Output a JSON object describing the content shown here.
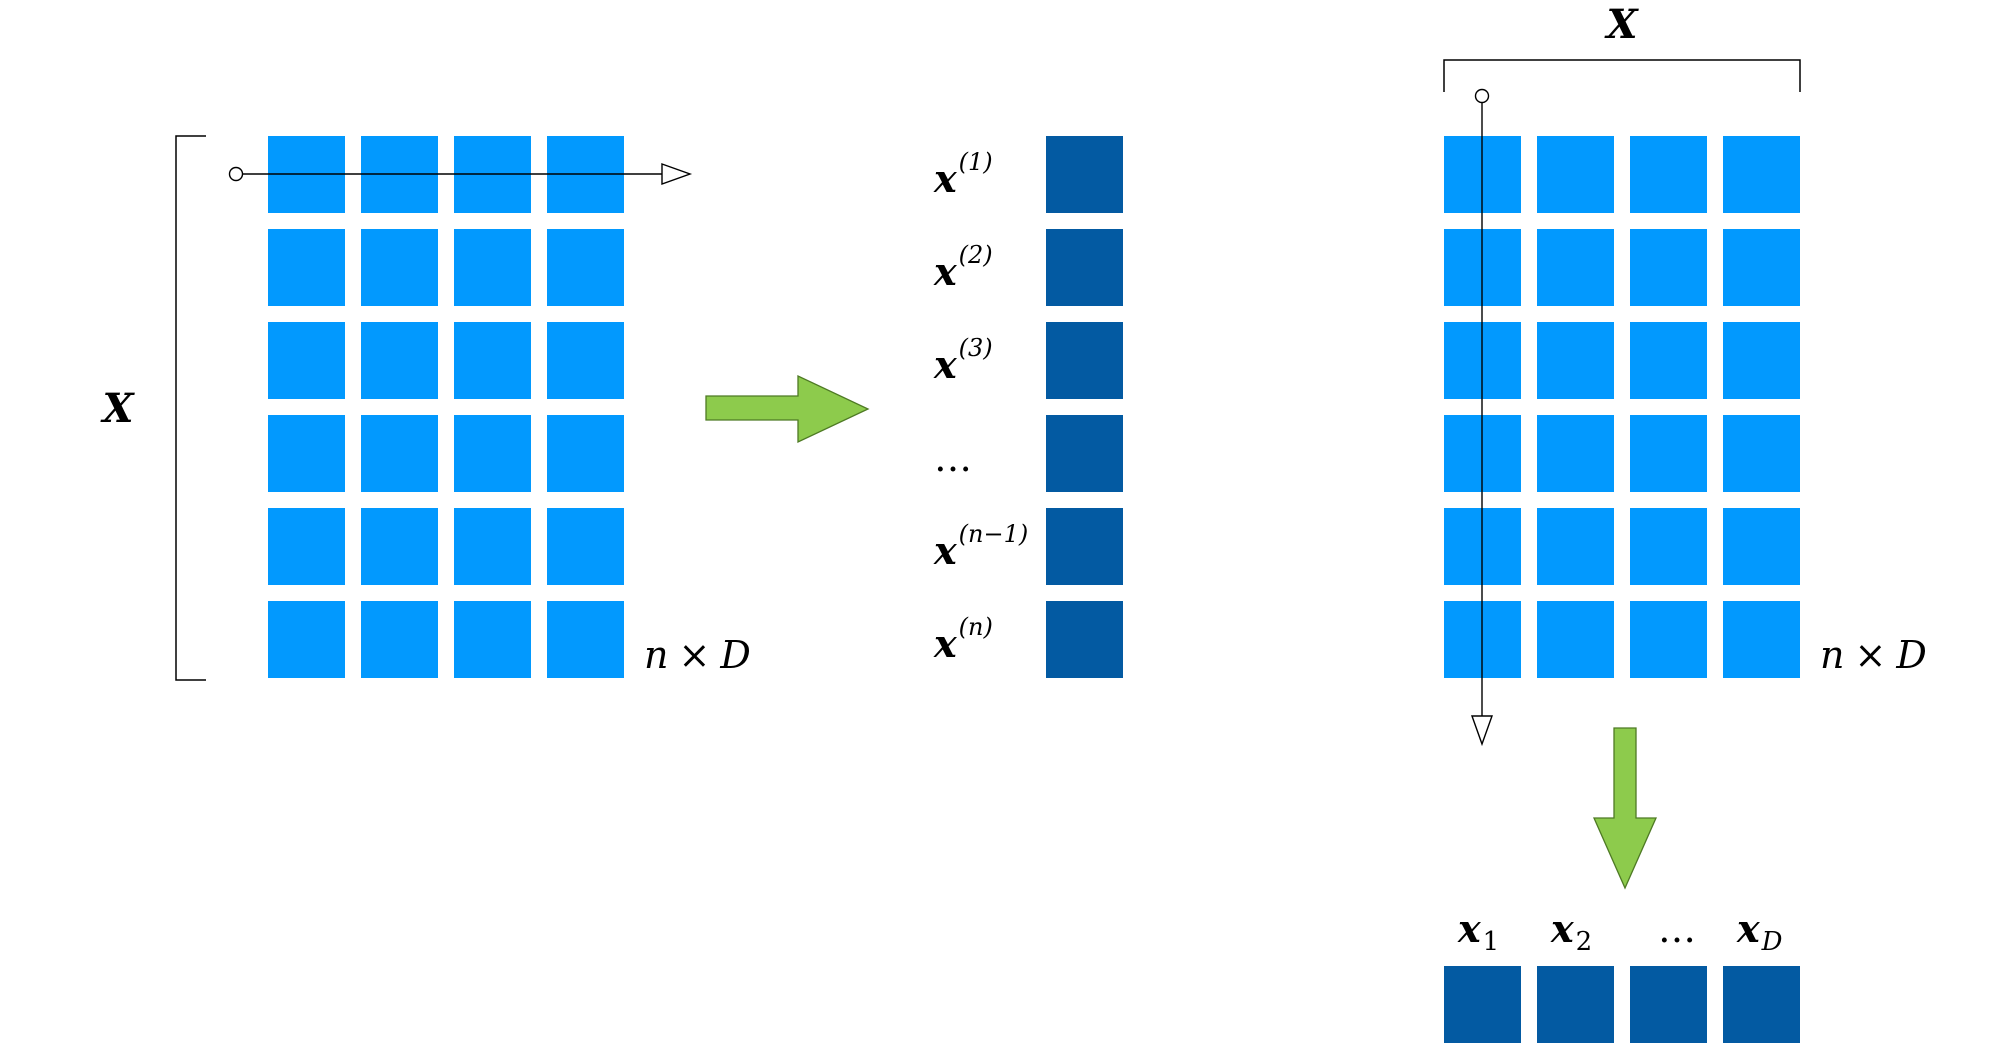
{
  "colors": {
    "cell": "#0299FE",
    "cell_dark": "#035AA2",
    "arrow_fill": "#8DCB4C",
    "arrow_stroke": "#4E7A24"
  },
  "left_panel": {
    "matrix_label": "X",
    "rows": 6,
    "cols": 4,
    "dims": {
      "n": "n",
      "times": "×",
      "D": "D"
    }
  },
  "middle_panel": {
    "rows": [
      {
        "base": "x",
        "sup": "(1)"
      },
      {
        "base": "x",
        "sup": "(2)"
      },
      {
        "base": "x",
        "sup": "(3)"
      },
      {
        "base": "…",
        "sup": ""
      },
      {
        "base": "x",
        "sup": "(n−1)"
      },
      {
        "base": "x",
        "sup": "(n)"
      }
    ]
  },
  "right_panel": {
    "matrix_label": "X",
    "rows": 6,
    "cols": 4,
    "dims": {
      "n": "n",
      "times": "×",
      "D": "D"
    },
    "columns": [
      {
        "base": "x",
        "sub": "1"
      },
      {
        "base": "x",
        "sub": "2"
      },
      {
        "base": "…",
        "sub": ""
      },
      {
        "base": "x",
        "sub": "D"
      }
    ]
  }
}
